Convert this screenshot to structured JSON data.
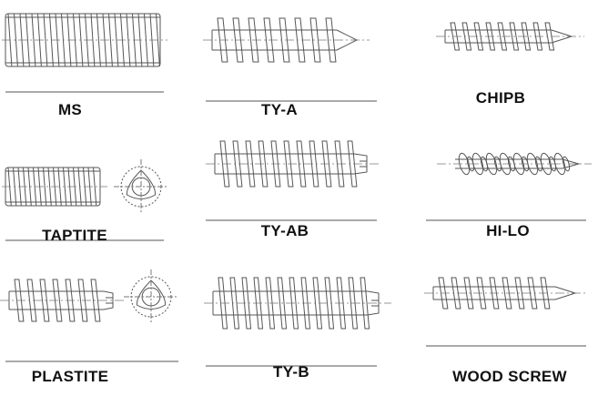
{
  "labels": {
    "ms": "MS",
    "tya": "TY-A",
    "chipb": "CHIPB",
    "taptite": "TAPTITE",
    "tyab": "TY-AB",
    "hilo": "HI-LO",
    "plastite": "PLASTITE",
    "tyb": "TY-B",
    "wood": "WOOD SCREW"
  },
  "colors": {
    "line": "#555555",
    "ink": "#111111",
    "center": "#777777"
  }
}
